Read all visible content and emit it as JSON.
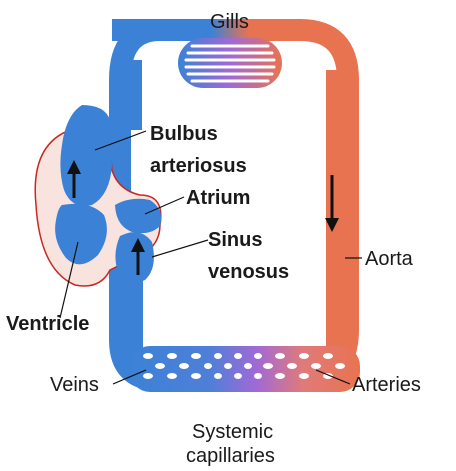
{
  "labels": {
    "gills": "Gills",
    "bulbus_line1": "Bulbus",
    "bulbus_line2": "arteriosus",
    "atrium": "Atrium",
    "sinus_line1": "Sinus",
    "sinus_line2": "venosus",
    "aorta": "Aorta",
    "ventricle": "Ventricle",
    "veins": "Veins",
    "arteries": "Arteries",
    "systemic_line1": "Systemic",
    "systemic_line2": "capillaries"
  },
  "colors": {
    "deoxygenated": "#3b82d6",
    "oxygenated": "#e87350",
    "capillary_mix": "#9b6ad6",
    "pericardium": "#c8281e",
    "arrow": "#111111"
  }
}
